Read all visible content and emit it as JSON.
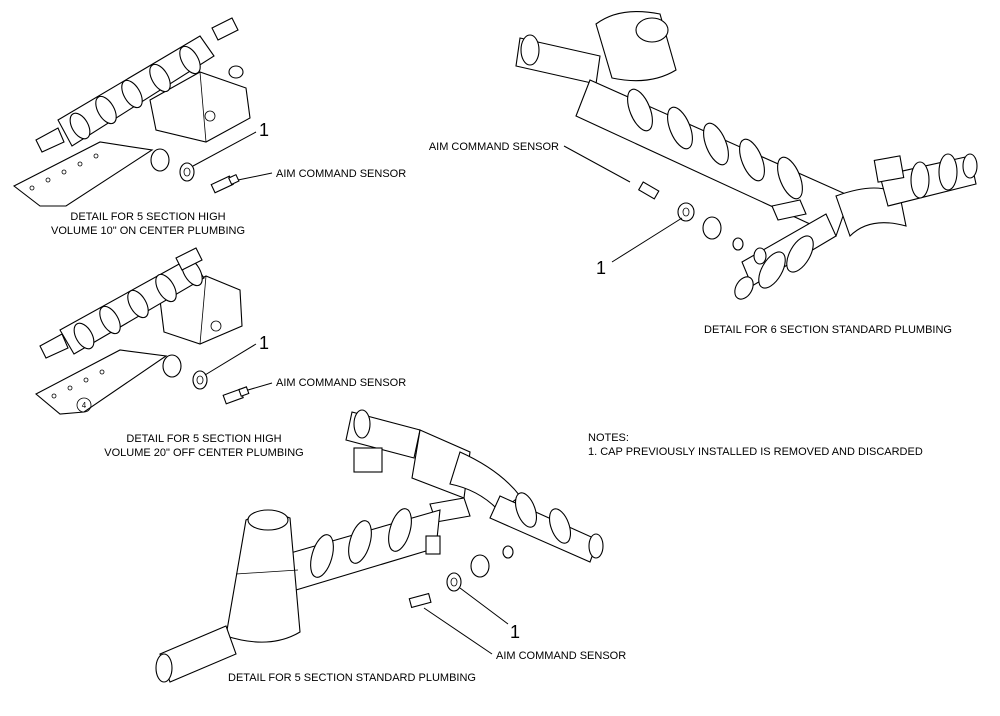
{
  "callouts": {
    "item_number": "1",
    "sensor_label": "AIM COMMAND SENSOR"
  },
  "details": {
    "hv_10_on_center": {
      "line1": "DETAIL FOR 5 SECTION HIGH",
      "line2": "VOLUME 10\" ON CENTER PLUMBING"
    },
    "hv_20_off_center": {
      "line1": "DETAIL FOR 5 SECTION HIGH",
      "line2": "VOLUME 20\" OFF CENTER PLUMBING",
      "bracket_mark": "4"
    },
    "six_section_standard": {
      "line1": "DETAIL FOR 6 SECTION STANDARD PLUMBING"
    },
    "five_section_standard": {
      "line1": "DETAIL FOR 5 SECTION STANDARD PLUMBING"
    }
  },
  "notes": {
    "heading": "NOTES:",
    "items": [
      "1.  CAP PREVIOUSLY INSTALLED IS REMOVED AND DISCARDED"
    ]
  }
}
